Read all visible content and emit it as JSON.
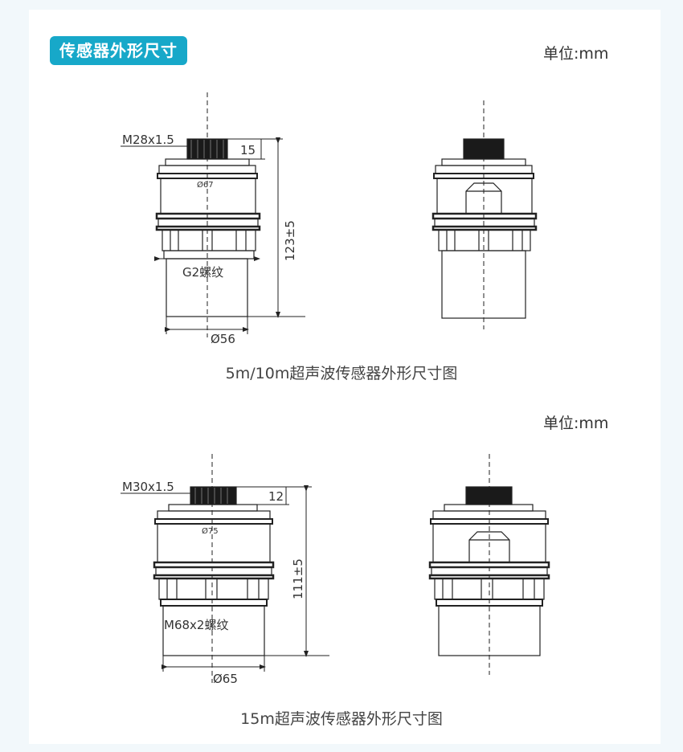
{
  "header": {
    "title": "传感器外形尺寸"
  },
  "units": {
    "top": "单位:mm",
    "bottom": "单位:mm"
  },
  "diagram1": {
    "thread_top": "M28x1.5",
    "top_height": "15",
    "flange_dia": "Ø67",
    "thread_bottom": "G2螺纹",
    "total_height": "123±5",
    "base_dia": "Ø56",
    "caption": "5m/10m超声波传感器外形尺寸图"
  },
  "diagram2": {
    "thread_top": "M30x1.5",
    "top_height": "12",
    "flange_dia": "Ø75",
    "thread_bottom": "M68x2螺纹",
    "total_height": "111±5",
    "base_dia": "Ø65",
    "caption": "15m超声波传感器外形尺寸图"
  },
  "colors": {
    "accent": "#17a8c9",
    "line": "#222222"
  }
}
